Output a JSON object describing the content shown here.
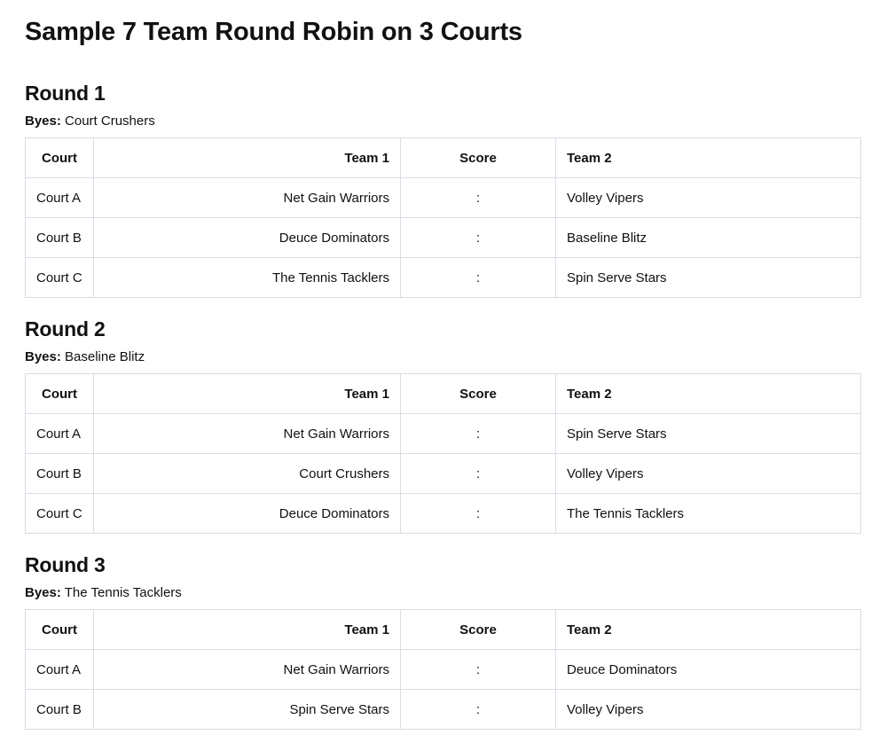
{
  "page": {
    "title": "Sample 7 Team Round Robin on 3 Courts"
  },
  "table_headers": {
    "court": "Court",
    "team1": "Team 1",
    "score": "Score",
    "team2": "Team 2"
  },
  "byes_label": "Byes:",
  "rounds": [
    {
      "title": "Round 1",
      "byes": "Court Crushers",
      "matches": [
        {
          "court": "Court A",
          "team1": "Net Gain Warriors",
          "score": ":",
          "team2": "Volley Vipers"
        },
        {
          "court": "Court B",
          "team1": "Deuce Dominators",
          "score": ":",
          "team2": "Baseline Blitz"
        },
        {
          "court": "Court C",
          "team1": "The Tennis Tacklers",
          "score": ":",
          "team2": "Spin Serve Stars"
        }
      ]
    },
    {
      "title": "Round 2",
      "byes": "Baseline Blitz",
      "matches": [
        {
          "court": "Court A",
          "team1": "Net Gain Warriors",
          "score": ":",
          "team2": "Spin Serve Stars"
        },
        {
          "court": "Court B",
          "team1": "Court Crushers",
          "score": ":",
          "team2": "Volley Vipers"
        },
        {
          "court": "Court C",
          "team1": "Deuce Dominators",
          "score": ":",
          "team2": "The Tennis Tacklers"
        }
      ]
    },
    {
      "title": "Round 3",
      "byes": "The Tennis Tacklers",
      "matches": [
        {
          "court": "Court A",
          "team1": "Net Gain Warriors",
          "score": ":",
          "team2": "Deuce Dominators"
        },
        {
          "court": "Court B",
          "team1": "Spin Serve Stars",
          "score": ":",
          "team2": "Volley Vipers"
        }
      ]
    }
  ]
}
